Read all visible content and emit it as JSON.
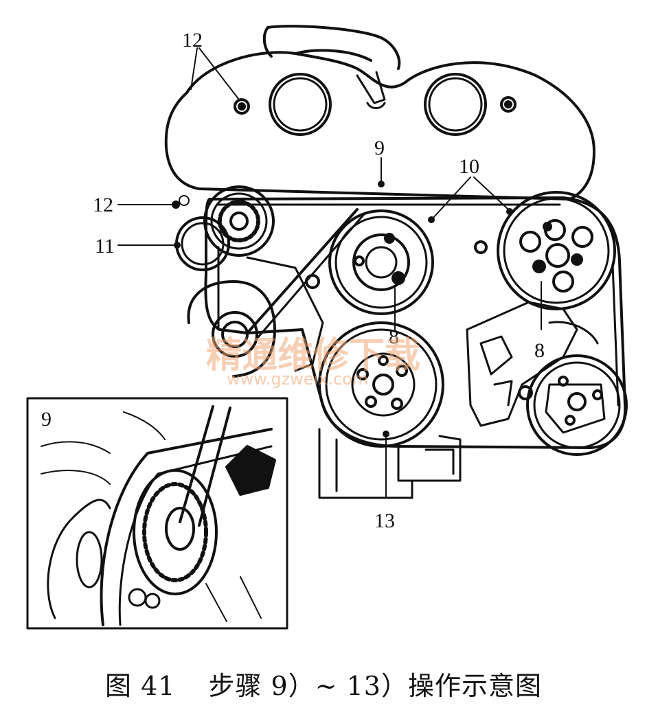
{
  "figure": {
    "callouts": {
      "c12_top": "12",
      "c12_left": "12",
      "c11": "11",
      "c9": "9",
      "c10": "10",
      "c8_center": "8",
      "c8_right": "8",
      "c13": "13"
    },
    "inset_label": "9",
    "watermark": {
      "text": "精通维修下载",
      "url": "www.gzweix.com"
    }
  },
  "caption": {
    "figure_no": "图 41",
    "text": "步骤 9）~ 13）操作示意图"
  }
}
